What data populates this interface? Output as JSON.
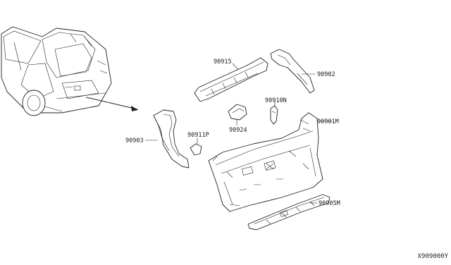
{
  "diagram": {
    "callouts": {
      "p90915": "90915",
      "p90902": "90902",
      "p90910n": "90910N",
      "p90901m": "90901M",
      "p90924": "90924",
      "p90903": "90903",
      "p90911p": "90911P",
      "p90905m": "90905M"
    },
    "reference_code": "X909000Y"
  }
}
